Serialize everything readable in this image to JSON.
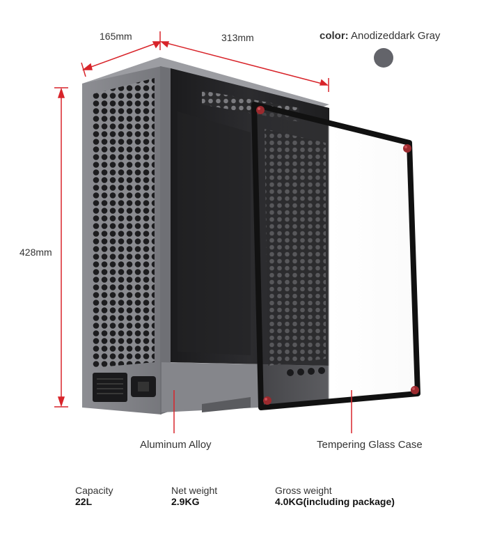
{
  "dimensions": {
    "depth": "165mm",
    "length": "313mm",
    "height": "428mm"
  },
  "color": {
    "label": "color:",
    "value": "Anodizeddark Gray",
    "swatch": "#63646a"
  },
  "callouts": {
    "material": "Aluminum Alloy",
    "panel": "Tempering Glass Case"
  },
  "specs": [
    {
      "label": "Capacity",
      "value": "22L"
    },
    {
      "label": "Net weight",
      "value": "2.9KG"
    },
    {
      "label": "Gross weight",
      "value": "4.0KG(including package)"
    }
  ],
  "accent_color": "#d8242a"
}
